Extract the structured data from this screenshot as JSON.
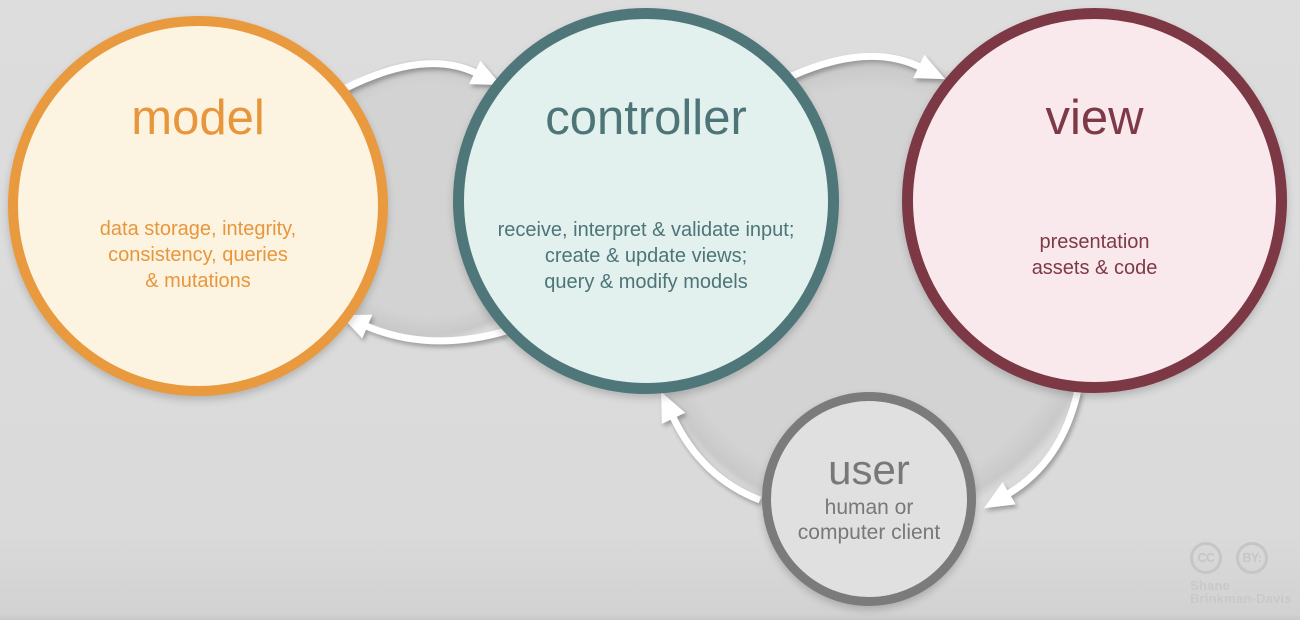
{
  "diagram": {
    "kind": "mvc-architecture-cycle",
    "colors": {
      "background": "#dadada",
      "cycle_disc": "#d3d3d3",
      "arrow": "#ffffff",
      "model_border": "#e9993e",
      "model_fill": "#fcf3e0",
      "controller_border": "#4f777a",
      "controller_fill": "#e2f0ee",
      "view_border": "#7c3844",
      "view_fill": "#fae9ec",
      "user_border": "#7b7b7b",
      "user_fill": "#e0e0e0"
    }
  },
  "nodes": {
    "model": {
      "title": "model",
      "description": "data storage, integrity,\nconsistency, queries\n& mutations"
    },
    "controller": {
      "title": "controller",
      "description": "receive, interpret & validate input;\ncreate & update views;\nquery & modify models"
    },
    "view": {
      "title": "view",
      "description": "presentation\nassets & code"
    },
    "user": {
      "title": "user",
      "description": "human or\ncomputer client"
    }
  },
  "arrows": [
    {
      "name": "model-to-controller",
      "from": "model",
      "to": "controller"
    },
    {
      "name": "controller-to-view",
      "from": "controller",
      "to": "view"
    },
    {
      "name": "controller-to-model",
      "from": "controller",
      "to": "model"
    },
    {
      "name": "view-to-user",
      "from": "view",
      "to": "user"
    },
    {
      "name": "user-to-controller",
      "from": "user",
      "to": "controller"
    }
  ],
  "attribution": {
    "license_badges": {
      "cc": "CC",
      "by": "BY:"
    },
    "author": "Shane\nBrinkman-Davis"
  }
}
